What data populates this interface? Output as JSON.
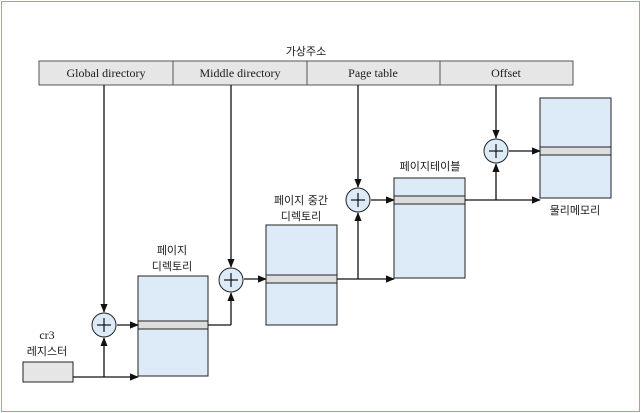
{
  "diagram": {
    "title": "가상주소",
    "fields": [
      "Global directory",
      "Middle directory",
      "Page table",
      "Offset"
    ],
    "register": {
      "name": "cr3",
      "desc": "레지스터"
    },
    "tables": {
      "page_directory": [
        "페이지",
        "디렉토리"
      ],
      "page_middle_directory": [
        "페이지 중간",
        "디렉토리"
      ],
      "page_table": "페이지테이블",
      "physical_memory": "물리메모리"
    },
    "colors": {
      "frame": "#e8848e",
      "table_fill": "#dcebf7",
      "entry_fill": "#dddddd",
      "field_fill": "#e6e6e6"
    }
  }
}
